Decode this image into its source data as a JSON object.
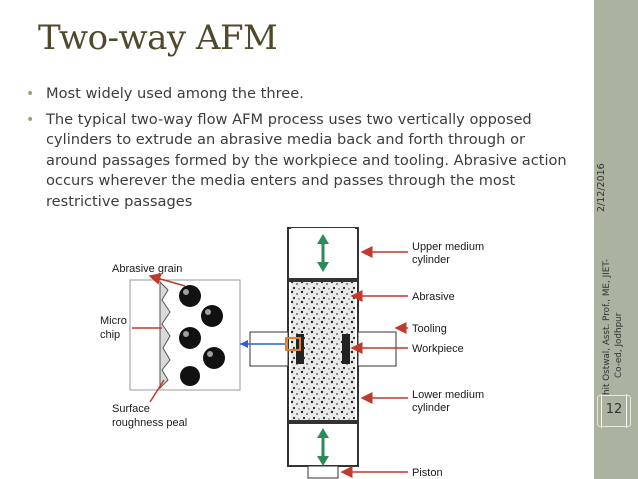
{
  "slide": {
    "title": "Two-way AFM",
    "bullets": [
      "Most widely used among the three.",
      "The typical two-way flow AFM process uses two vertically opposed cylinders to extrude an abrasive media back and forth through or around passages formed by the workpiece and tooling. Abrasive action occurs wherever the media enters and passes through the most restrictive passages"
    ],
    "bullet_symbol": "•",
    "date": "2/12/2016",
    "author_line1": "Mohit Ostwal, Asst. Prof., ME, JIET-",
    "author_line2": "Co-ed, Jodhpur",
    "page_number": "12"
  },
  "diagram": {
    "left_labels": {
      "abrasive_grain": "Abrasive grain",
      "micro_chip_1": "Micro",
      "micro_chip_2": "chip",
      "surface_1": "Surface",
      "surface_2": "roughness peal"
    },
    "right_labels": {
      "upper_1": "Upper medium",
      "upper_2": "cylinder",
      "abrasive": "Abrasive",
      "tooling": "Tooling",
      "workpiece": "Workpiece",
      "lower_1": "Lower medium",
      "lower_2": "cylinder",
      "piston": "Piston"
    },
    "colors": {
      "arrow_red": "#c0392b",
      "arrow_green": "#2e8b57",
      "arrow_blue": "#2f5fc8",
      "highlight": "#e67e22"
    }
  }
}
